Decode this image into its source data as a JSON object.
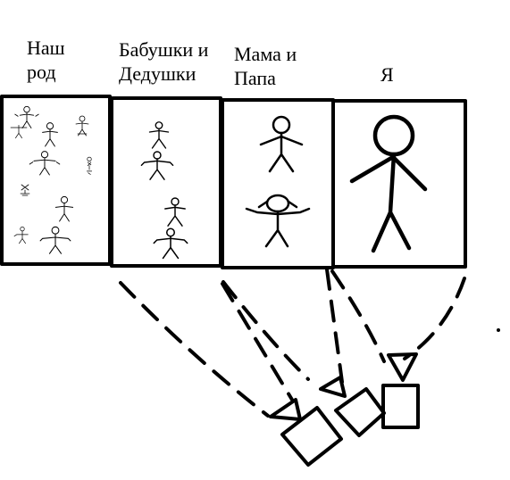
{
  "columns": [
    {
      "line1": "Наш",
      "line2": "род"
    },
    {
      "line1": "Бабушки и",
      "line2": "Дедушки"
    },
    {
      "line1": "Мама и",
      "line2": "Папа"
    },
    {
      "line1": "Я",
      "line2": ""
    }
  ],
  "colors": {
    "ink": "#000000",
    "background": "#ffffff"
  },
  "icons": [
    "stick-figure-icon",
    "triangle-icon",
    "square-icon"
  ]
}
